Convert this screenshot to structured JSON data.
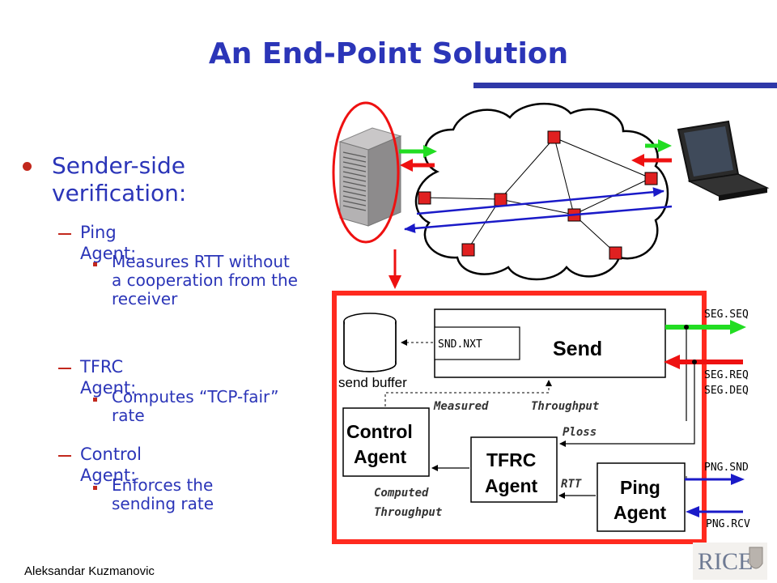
{
  "slide": {
    "title": "An End-Point Solution",
    "bullets": [
      {
        "text": "Sender-side verification:",
        "items": [
          {
            "text": "Ping Agent:",
            "subitems": [
              "Measures RTT without a cooperation from the receiver"
            ]
          },
          {
            "text": "TFRC Agent:",
            "subitems": [
              "Computes “TCP-fair” rate"
            ]
          },
          {
            "text": "Control Agent:",
            "subitems": [
              "Enforces the sending rate"
            ]
          }
        ]
      }
    ],
    "footer": "Aleksandar Kuzmanovic",
    "logo_text": "RICE"
  },
  "diagram": {
    "send_buffer_label": "send buffer",
    "snd_nxt_label": "SND.NXT",
    "send_label": "Send",
    "control_agent_label": [
      "Control",
      "Agent"
    ],
    "tfrc_agent_label": [
      "TFRC",
      "Agent"
    ],
    "ping_agent_label": [
      "Ping",
      "Agent"
    ],
    "measured_label": "Measured",
    "throughput_label": "Throughput",
    "ploss_label": "Ploss",
    "rtt_label": "RTT",
    "computed_label": "Computed",
    "computed_throughput_label": "Throughput",
    "seg_seq": "SEG.SEQ",
    "seg_req": "SEG.REQ",
    "seg_deq": "SEG.DEQ",
    "png_snd": "PNG.SND",
    "png_rcv": "PNG.RCV"
  },
  "colors": {
    "title": "#2b35b8",
    "bullet": "#c2281d",
    "frame_red": "#ff2a1f",
    "arrow_green": "#22dd22",
    "arrow_red": "#ee1111",
    "arrow_blue": "#1a1ac8",
    "router_red": "#e02020"
  }
}
